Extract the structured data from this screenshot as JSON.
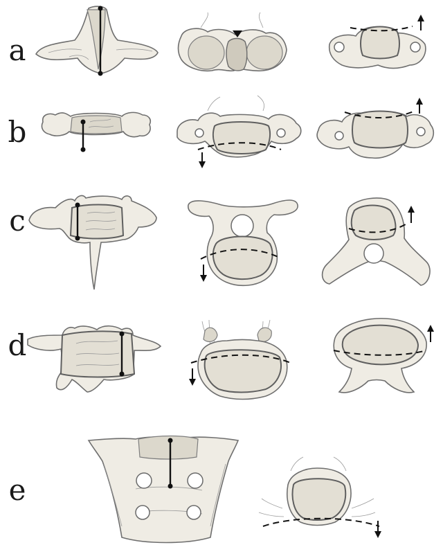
{
  "rows": [
    {
      "label": "a"
    },
    {
      "label": "b"
    },
    {
      "label": "c"
    },
    {
      "label": "d"
    },
    {
      "label": "e"
    }
  ]
}
